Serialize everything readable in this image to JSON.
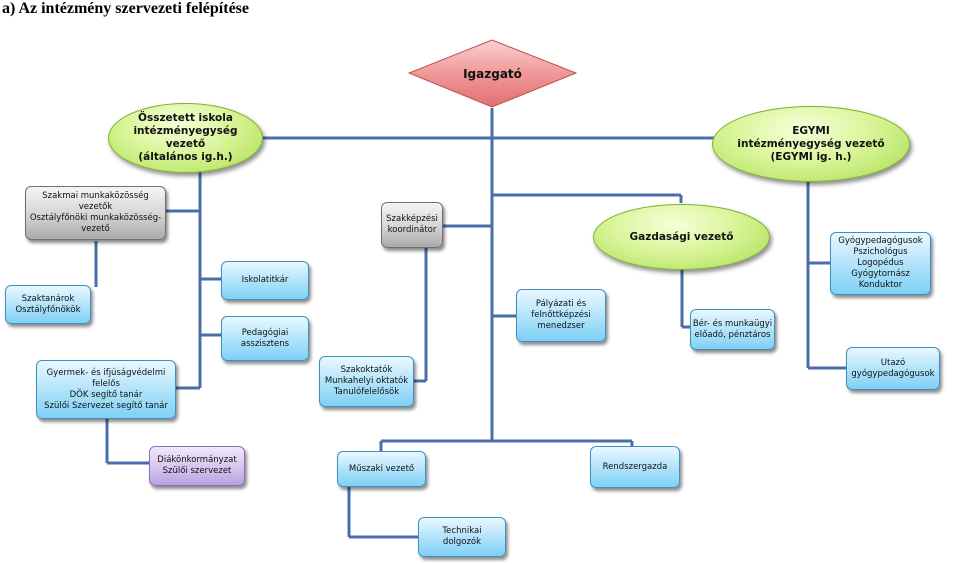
{
  "title": "a) Az intézmény szervezeti felépítése",
  "nodes": {
    "igazgato": "Igazgató",
    "osszetett": "Összetett iskola\nintézményegység\nvezető\n(általános ig.h.)",
    "egymi": "EGYMI\nintézményegység vezető\n(EGYMI ig. h.)",
    "szakmai": "Szakmai munkaközösség vezetők\nOsztályfőnöki munkaközösség-\nvezető",
    "szaktanarok": "Szaktanárok\nOsztályfőnökök",
    "iskolatitkar": "Iskolatitkár",
    "pedagogiai": "Pedagógiai\nasszisztens",
    "gyermek": "Gyermek- és ifjúságvédelmi\nfelelős\nDÖK segítő tanár\nSzülői Szervezet segítő tanár",
    "diakonkormanyzat": "Diákönkormányzat\nSzülői szervezet",
    "szakkepzesi": "Szakképzési\nkoordinátor",
    "szakoktatok": "Szakoktatók\nMunkahelyi oktatók\nTanulófelelősök",
    "palyazati": "Pályázati és\nfelnőttképzési\nmenedzser",
    "gazdasagi": "Gazdasági vezető",
    "ber": "Bér- és munkaügyi\nelőadó, pénztáros",
    "gyogypedagogusok": "Gyógypedagógusok\nPszichológus\nLogopédus\nGyógytornász\nKonduktor",
    "utazo": "Utazó\ngyógypedagógusok",
    "muszaki": "Műszaki vezető",
    "rendszergazda": "Rendszergazda",
    "technikai": "Technikai\ndolgozók"
  },
  "colors": {
    "connector": "#4a6fa8",
    "diamond_fill": "#f09898",
    "node_blue": "#9fdcf7",
    "node_gray": "#c8c8c8",
    "node_purple": "#cdb8ec",
    "ellipse_green": "#c9ec7e"
  }
}
